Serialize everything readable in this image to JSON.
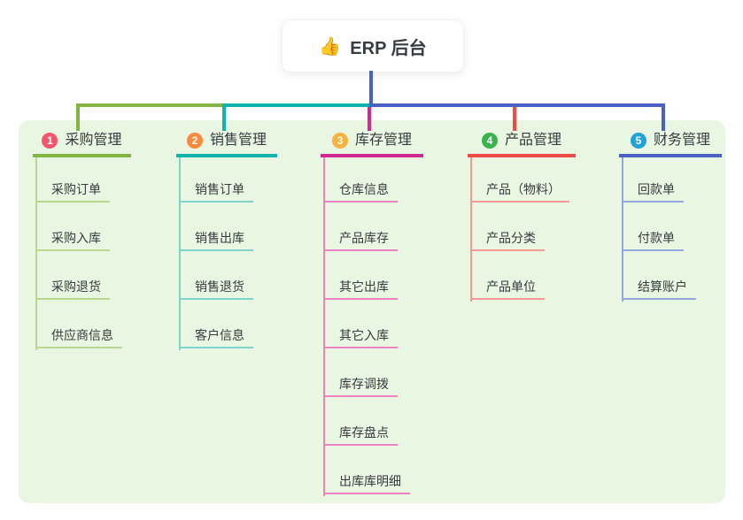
{
  "root": {
    "icon": "👍",
    "label": "ERP 后台"
  },
  "colors": {
    "panel_background": "#e9f6e2",
    "trunk": "#4961c7",
    "text": "#363b40",
    "branch1": {
      "main": "#82b541",
      "light": "#b7d88e",
      "badge": "#f5566b"
    },
    "branch2": {
      "main": "#0db3ac",
      "light": "#7ed3cd",
      "badge": "#f98a3e"
    },
    "branch3": {
      "main": "#d02a90",
      "light": "#ee82c1",
      "badge": "#f9b23d"
    },
    "branch4": {
      "main": "#ef4b45",
      "light": "#f59a94",
      "badge": "#3ab34d"
    },
    "branch5": {
      "main": "#4961c7",
      "light": "#93a6de",
      "badge": "#21a2d8"
    }
  },
  "branches": [
    {
      "num": "1",
      "label": "采购管理",
      "children": [
        "采购订单",
        "采购入库",
        "采购退货",
        "供应商信息"
      ]
    },
    {
      "num": "2",
      "label": "销售管理",
      "children": [
        "销售订单",
        "销售出库",
        "销售退货",
        "客户信息"
      ]
    },
    {
      "num": "3",
      "label": "库存管理",
      "children": [
        "仓库信息",
        "产品库存",
        "其它出库",
        "其它入库",
        "库存调拨",
        "库存盘点",
        "出库库明细"
      ]
    },
    {
      "num": "4",
      "label": "产品管理",
      "children": [
        "产品（物料）",
        "产品分类",
        "产品单位"
      ]
    },
    {
      "num": "5",
      "label": "财务管理",
      "children": [
        "回款单",
        "付款单",
        "结算账户"
      ]
    }
  ]
}
